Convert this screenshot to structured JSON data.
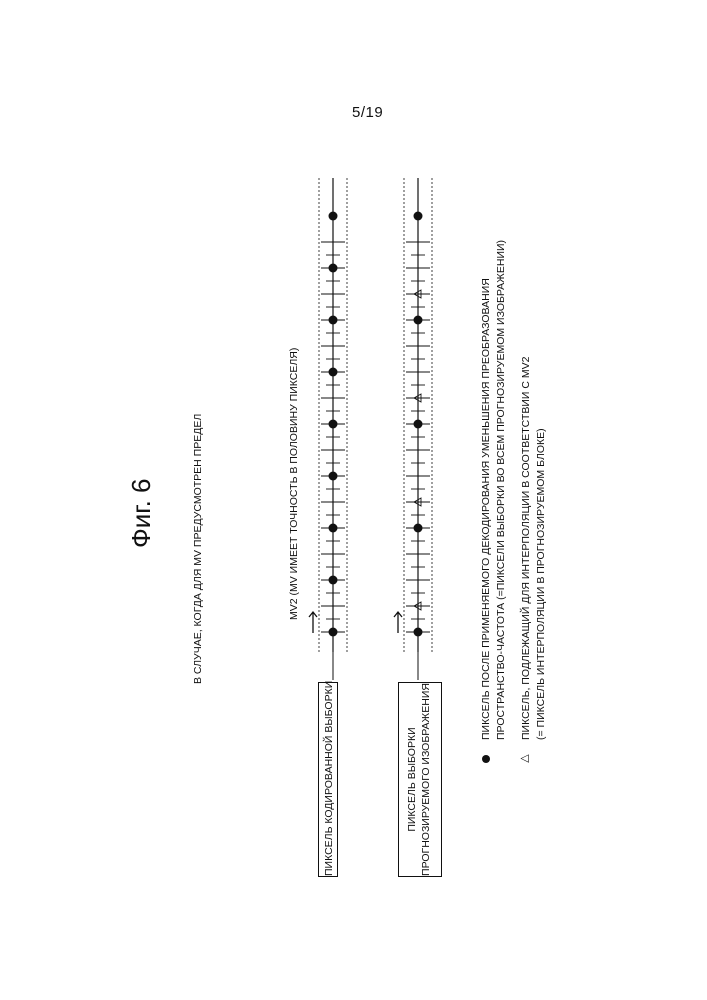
{
  "page": {
    "number": "5/19"
  },
  "figure": {
    "title": "Фиг. 6",
    "subtitle": "В СЛУЧАЕ, КОГДА ДЛЯ MV ПРЕДУСМОТРЕН ПРЕДЕЛ",
    "mv_label": "MV2 (MV ИМЕЕТ ТОЧНОСТЬ В ПОЛОВИНУ ПИКСЕЛЯ)"
  },
  "rows": {
    "coded": {
      "label": "ПИКСЕЛЬ КОДИРОВАННОЙ ВЫБОРКИ"
    },
    "predicted": {
      "label_line1": "ПИКСЕЛЬ ВЫБОРКИ",
      "label_line2": "ПРОГНОЗИРУЕМОГО ИЗОБРАЖЕНИЯ"
    }
  },
  "legend": {
    "dot_line1": "ПИКСЕЛЬ ПОСЛЕ ПРИМЕНЯЕМОГО ДЕКОДИРОВАНИЯ УМЕНЬШЕНИЯ ПРЕОБРАЗОВАНИЯ",
    "dot_line2": "ПРОСТРАНСТВО-ЧАСТОТА (=ПИКСЕЛИ ВЫБОРКИ ВО ВСЕМ ПРОГНОЗИРУЕМОМ ИЗОБРАЖЕНИИ)",
    "tri_line1": "ПИКСЕЛЬ, ПОДЛЕЖАЩИЙ ДЛЯ ИНТЕРПОЛЯЦИИ В СООТВЕТСТВИИ С MV2",
    "tri_line2": "(= ПИКСЕЛЬ ИНТЕРПОЛЯЦИИ В ПРОГНОЗИРУЕМОМ БЛОКЕ)"
  },
  "diagram_content": {
    "coded_row_dot_count": 9,
    "predicted_row_dot_count": 5,
    "predicted_row_triangle_count": 4,
    "tick_count": 31
  }
}
